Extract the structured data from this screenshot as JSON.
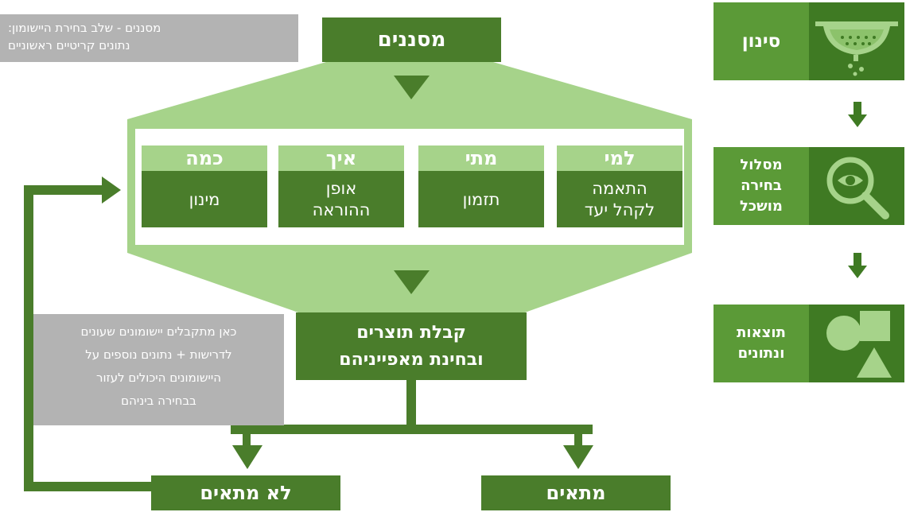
{
  "top_note": {
    "line1": "מסננים - שלב בחירת היישומון:",
    "line2": "נתונים קריטיים ראשוניים"
  },
  "filters_title": "מסננים",
  "criteria": [
    {
      "header": "למי",
      "body": "התאמה לקהל יעד"
    },
    {
      "header": "מתי",
      "body": "תזמון"
    },
    {
      "header": "איך",
      "body": "אופן ההוראה"
    },
    {
      "header": "כמה",
      "body": "מינון"
    }
  ],
  "receive_box": {
    "line1": "קבלת תוצרים",
    "line2": "ובחינת מאפייניהם"
  },
  "side_note": {
    "lines": [
      "כאן מתקבלים יישומונים שעונים",
      "לדרישות + נתונים נוספים על",
      "היישומונים היכולים לעזור",
      "בבחירה ביניהם"
    ]
  },
  "outcomes": {
    "match": "מתאים",
    "no_match": "לא מתאים"
  },
  "legend": [
    {
      "label": "סינון",
      "icon": "sieve-icon"
    },
    {
      "label": "מסלול בחירה מושכל",
      "icon": "magnifier-eye-icon"
    },
    {
      "label": "תוצאות ונתונים",
      "icon": "shapes-icon"
    }
  ],
  "colors": {
    "dark": "#4a7d2b",
    "mid": "#5b9a37",
    "light": "#a6d38a",
    "gray": "#b3b3b3"
  }
}
